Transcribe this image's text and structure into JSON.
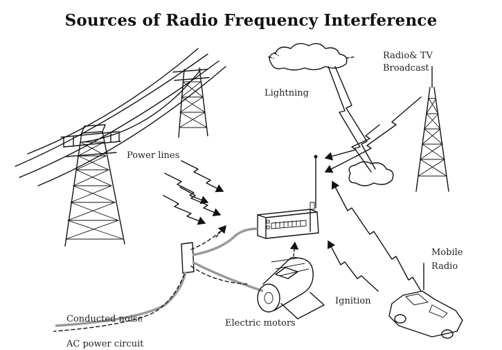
{
  "title": "Sources of Radio Frequency Interference",
  "labels": {
    "radio_tv": [
      "Radio& TV",
      "Broadcast"
    ],
    "lightning": "Lightning",
    "power_lines": "Power lines",
    "mobile_radio": [
      "Mobile",
      "Radio"
    ],
    "ignition": "Ignition",
    "electric_motors": "Electric motors",
    "conducted_noise": "Conducted noise",
    "ac_power_circuit": "AC power circuit"
  },
  "icons": [
    "power-pylon-icon",
    "broadcast-tower-icon",
    "storm-cloud-icon",
    "lightning-bolt-icon",
    "radio-receiver-icon",
    "electric-motor-icon",
    "car-icon",
    "junction-box-icon"
  ]
}
